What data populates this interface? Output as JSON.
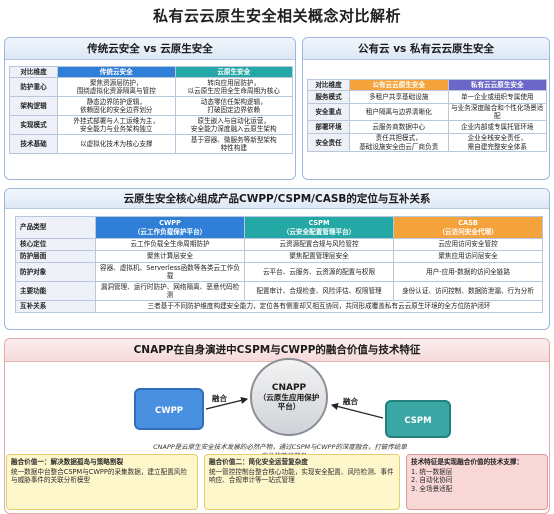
{
  "title": "私有云云原生安全相关概念对比解析",
  "section1_left": {
    "heading": "传统云安全 vs 云原生安全",
    "columns": [
      "对比维度",
      "传统云安全",
      "云原生安全"
    ],
    "rows": [
      [
        "防护重心",
        "聚焦资源层防护，\n围绕虚拟化资源隔离与管控",
        "转向应用层防护，\n以云原生应用全生命周期为核心"
      ],
      [
        "架构逻辑",
        "静态边界防护逻辑，\n依赖固化的安全边界划分",
        "动态零信任架构逻辑，\n打破固定边界依赖"
      ],
      [
        "实现模式",
        "外挂式部署与人工运维为主，\n安全能力与业务架构独立",
        "原生嵌入与自动化运营，\n安全能力深度融入云原生架构"
      ],
      [
        "技术基础",
        "以虚拟化技术为核心支撑",
        "基于容器、微服务等新型架构\n特性构建"
      ]
    ]
  },
  "section1_right": {
    "heading": "公有云 vs 私有云云原生安全",
    "columns": [
      "对比维度",
      "公有云云原生安全",
      "私有云云原生安全"
    ],
    "rows": [
      [
        "服务模式",
        "多租户共享基础设施",
        "单一企业或组织专属使用"
      ],
      [
        "安全重点",
        "租户隔离与边界清晰化",
        "与业务深度融合和个性化场景适配"
      ],
      [
        "部署环境",
        "云服务商数据中心",
        "企业内部或专属托管环境"
      ],
      [
        "安全责任",
        "责任共担模式，\n基础设施安全由云厂商负责",
        "企业全栈安全责任，\n需自建完整安全体系"
      ]
    ]
  },
  "section2": {
    "heading": "云原生安全核心组成产品CWPP/CSPM/CASB的定位与互补关系",
    "columns": [
      {
        "name": "产品类型",
        "sub": ""
      },
      {
        "name": "CWPP",
        "sub": "（云工作负载保护平台）"
      },
      {
        "name": "CSPM",
        "sub": "（云安全配置管理平台）"
      },
      {
        "name": "CASB",
        "sub": "（云访问安全代理）"
      }
    ],
    "rows": [
      [
        "核心定位",
        "云工作负载全生命周期防护",
        "云资源配置合规与风险管控",
        "云应用访问安全管控"
      ],
      [
        "防护层面",
        "聚焦计算层安全",
        "聚焦配置管理层安全",
        "聚焦应用访问层安全"
      ],
      [
        "防护对象",
        "容器、虚拟机、Serverless函数等各类云工作负载",
        "云平台、云服务、云资源的配置与权限",
        "用户-应用-数据的访问全链路"
      ],
      [
        "主要功能",
        "漏洞管理、运行时防护、网络隔离、恶意代码检测",
        "配置审计、合规检查、风险评估、权限管理",
        "身份认证、访问控制、数据防泄漏、行为分析"
      ]
    ],
    "complement": {
      "label": "互补关系",
      "text": "三者基于不同防护维度构建安全能力，定位各有侧重却又相互协同，共同形成覆盖私有云云原生环境的全方位防护闭环"
    }
  },
  "section3": {
    "heading": "CNAPP在自身演进中CSPM与CWPP的融合价值与技术特征",
    "cnapp_line1": "CNAPP",
    "cnapp_line2": "（云原生应用保护",
    "cnapp_line3": "平台）",
    "cwpp": "CWPP",
    "cspm": "CSPM",
    "merge_left": "融合",
    "merge_right": "融合",
    "caption": "CNAPP是云原生安全技术发展的必然产物，通过CSPM与CWPP的深度融合，打破传统单一产品的防护壁垒",
    "value1": {
      "title": "融合价值一：解决数据孤岛与策略割裂",
      "text": "统一数据中台整合CSPM与CWPP的采集数据，建立配置风险与威胁事件的关联分析模型"
    },
    "value2": {
      "title": "融合价值二：简化安全运营复杂度",
      "text": "统一管控控制台整合核心功能，实现安全配置、风险检测、事件响应、合规审计等一站式管理"
    },
    "features": {
      "title": "技术特征是实现融合价值的技术支撑：",
      "items": [
        "1. 统一数据层",
        "2. 自动化协同",
        "3. 全场景适配"
      ]
    }
  },
  "colors": {
    "blue": "#2f7fd6",
    "teal": "#23a8a5",
    "orange": "#f4a23c",
    "purple": "#6b67c9",
    "value_yellow": "#fff7cc",
    "value_red": "#f8d7d7"
  }
}
